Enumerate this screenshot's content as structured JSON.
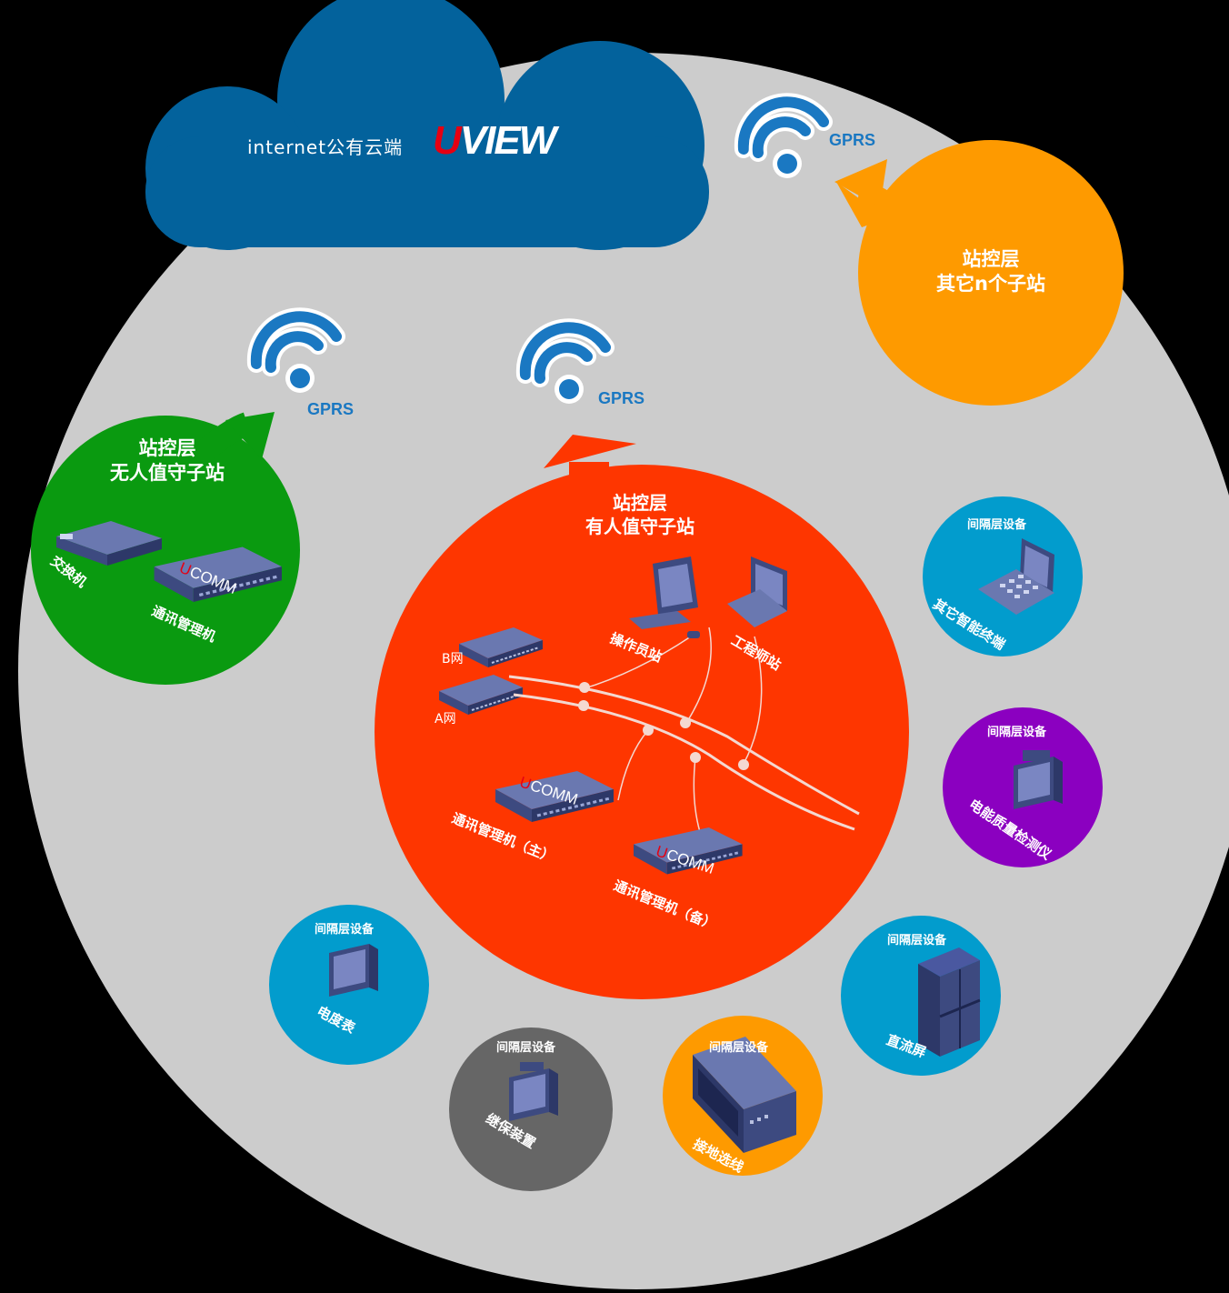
{
  "cloud": {
    "label": "internet公有云端",
    "brand_u": "U",
    "brand_rest": "VIEW"
  },
  "gprs_label": "GPRS",
  "unattended": {
    "title_line1": "站控层",
    "title_line2": "无人值守子站",
    "switch_label": "交换机",
    "comm_label": "通讯管理机",
    "brand": "UCOMM"
  },
  "attended": {
    "title_line1": "站控层",
    "title_line2": "有人值守子站",
    "operator_label": "操作员站",
    "engineer_label": "工程师站",
    "net_b": "B网",
    "net_a": "A网",
    "comm_main": "通讯管理机（主）",
    "comm_backup": "通讯管理机（备）",
    "brand": "UCOMM"
  },
  "others": {
    "title_line1": "站控层",
    "title_line2": "其它n个子站"
  },
  "bay_title": "间隔层设备",
  "bays": {
    "terminal": "其它智能终端",
    "power_quality": "电能质量检测仪",
    "dc_screen": "直流屏",
    "grounding": "接地选线",
    "relay": "继保装置",
    "meter": "电度表"
  },
  "colors": {
    "background": "#cccccc",
    "cloud": "#03629c",
    "unattended": "#0a9a10",
    "attended": "#fe3600",
    "others": "#fe9a00",
    "bay_blue": "#029ccd",
    "bay_purple": "#8b00c0",
    "bay_gray": "#666666",
    "bay_orange": "#fe9a00"
  }
}
